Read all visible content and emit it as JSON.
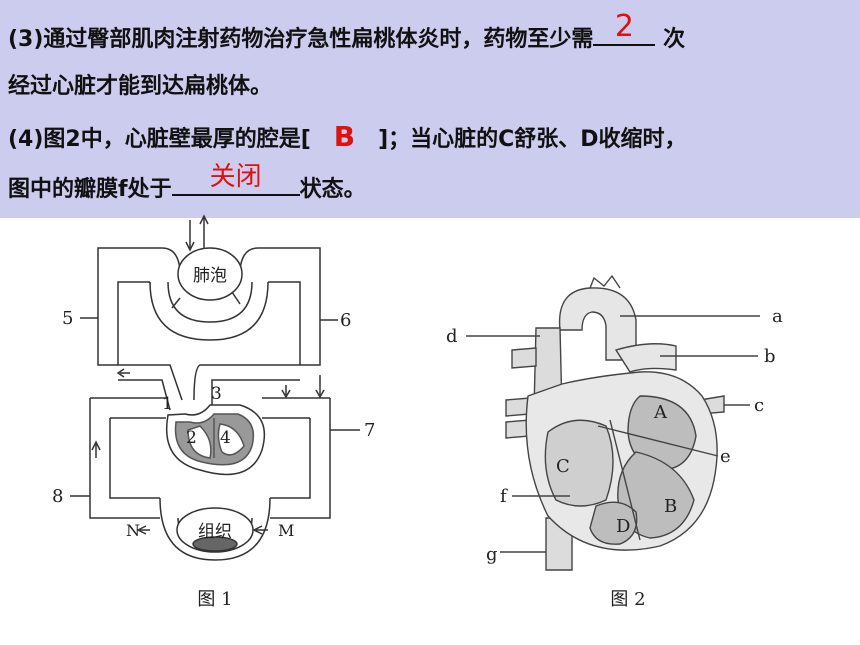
{
  "question3": {
    "line1_prefix": "(3)通过臀部肌肉注射药物治疗急性扁桃体炎时，药物至少需",
    "line1_suffix": "次",
    "answer": "2",
    "line2": "经过心脏才能到达扁桃体。"
  },
  "question4": {
    "line1_prefix": "(4)图2中，心脏壁最厚的腔是[",
    "answer_chamber": "B",
    "line1_suffix": "]；当心脏的C舒张、D收缩时，",
    "line2_prefix": "图中的瓣膜f处于",
    "answer_state": "关闭",
    "line2_suffix": "状态。"
  },
  "figure1": {
    "caption": "图 1",
    "alveoli_label": "肺泡",
    "tissue_label": "组织",
    "numbers": [
      "1",
      "2",
      "3",
      "4",
      "5",
      "6",
      "7",
      "8"
    ],
    "letter_n": "N",
    "letter_m": "M"
  },
  "figure2": {
    "caption": "图 2",
    "labels": [
      "a",
      "b",
      "c",
      "d",
      "e",
      "f",
      "g"
    ],
    "chambers": [
      "A",
      "B",
      "C",
      "D"
    ]
  },
  "colors": {
    "background_box": "#ccccee",
    "answer_red": "#e01010"
  }
}
